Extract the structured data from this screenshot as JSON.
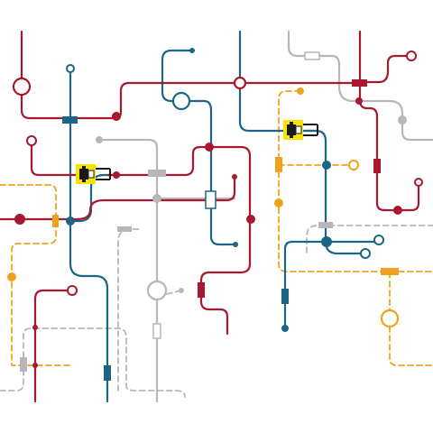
{
  "colors": {
    "red": "#a8182e",
    "blue": "#1d6585",
    "gray": "#b7b7b7",
    "orange": "#f0a21e",
    "yellow": "#f7e300",
    "background": "#ffffff"
  },
  "lines": [
    {
      "name": "red-line",
      "color": "red",
      "style": "solid"
    },
    {
      "name": "blue-line",
      "color": "blue",
      "style": "solid"
    },
    {
      "name": "gray-line",
      "color": "gray",
      "style": "solid"
    },
    {
      "name": "gray-dashed-line",
      "color": "gray",
      "style": "dashed"
    },
    {
      "name": "orange-dashed-line",
      "color": "orange",
      "style": "dashed"
    }
  ],
  "markers": {
    "vehicles": 2,
    "vehicle_icon": "forklift-icon"
  }
}
